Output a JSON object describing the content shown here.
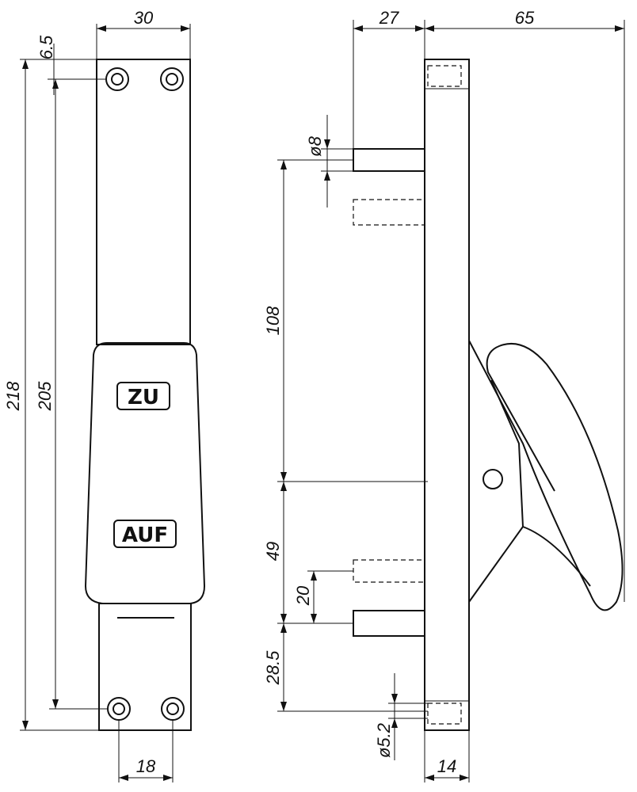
{
  "drawing": {
    "labels": {
      "closed": "ZU",
      "open": "AUF"
    },
    "front_view": {
      "width": "30",
      "top_offset": "6.5",
      "overall_height": "218",
      "hole_spacing": "205",
      "bottom_hole_spacing": "18"
    },
    "side_view": {
      "depth_base": "27",
      "depth_handle": "65",
      "pin_diameter": "ø8",
      "pin_to_pivot": "108",
      "pivot_to_pin": "49",
      "pin_spacing": "20",
      "pin_to_bottom": "28.5",
      "hole_diameter": "ø5.2",
      "plate_thickness": "14"
    }
  }
}
